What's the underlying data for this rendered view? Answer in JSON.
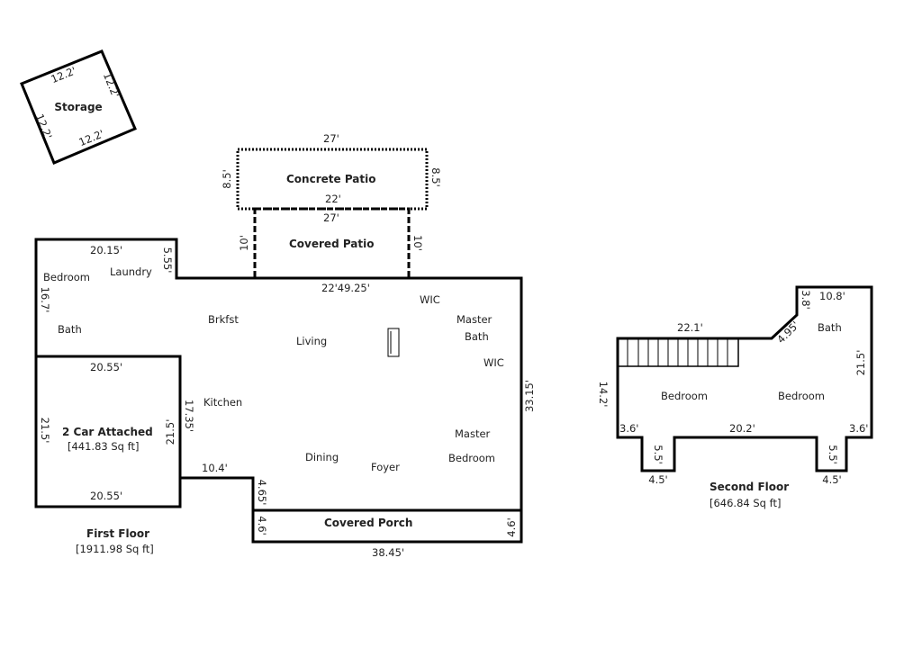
{
  "storage": {
    "title": "Storage",
    "dims": [
      "12.2'",
      "12.2'",
      "12.2'",
      "12.2'"
    ]
  },
  "concrete_patio": {
    "title": "Concrete Patio",
    "top": "27'",
    "bottom": "22'",
    "left": "8.5'",
    "right": "8.5'"
  },
  "covered_patio": {
    "title": "Covered Patio",
    "top": "27'",
    "left": "10'",
    "right": "10'"
  },
  "first_floor": {
    "title": "First Floor",
    "area": "[1911.98 Sq ft]",
    "dims": {
      "top_left": "20.15'",
      "laundry_side": "5.55'",
      "left": "16.7'",
      "rear": "22'49.25'",
      "right": "33.15'",
      "kitchen": "17.35'",
      "front_step": "10.4'",
      "front_step_v": "4.65'"
    },
    "rooms": {
      "bedroom": "Bedroom",
      "laundry": "Laundry",
      "bath": "Bath",
      "brkfst": "Brkfst",
      "living": "Living",
      "wic1": "WIC",
      "master_bath_1": "Master",
      "master_bath_2": "Bath",
      "wic2": "WIC",
      "kitchen": "Kitchen",
      "dining": "Dining",
      "foyer": "Foyer",
      "master_bed_1": "Master",
      "master_bed_2": "Bedroom"
    }
  },
  "garage": {
    "title": "2 Car Attached",
    "area": "[441.83 Sq ft]",
    "top": "20.55'",
    "bottom": "20.55'",
    "left": "21.5'",
    "right": "21.5'"
  },
  "covered_porch": {
    "title": "Covered Porch",
    "left": "4.6'",
    "right": "4.6'",
    "bottom": "38.45'"
  },
  "second_floor": {
    "title": "Second Floor",
    "area": "[646.84 Sq ft]",
    "dims": {
      "top": "22.1'",
      "angle": "4.95'",
      "bath_v": "3.8'",
      "bath_top": "10.8'",
      "right": "21.5'",
      "left": "14.2'",
      "bottom_left": "3.6'",
      "bottom": "20.2'",
      "bottom_right": "3.6'",
      "bay_left_a": "5.5'",
      "bay_left_b": "4.5'",
      "bay_right_a": "5.5'",
      "bay_right_b": "4.5'"
    },
    "rooms": {
      "bath": "Bath",
      "bedroom1": "Bedroom",
      "bedroom2": "Bedroom"
    }
  }
}
